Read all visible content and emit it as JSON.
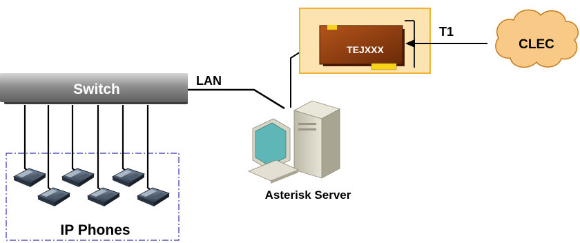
{
  "labels": {
    "switch": "Switch",
    "lan": "LAN",
    "t1": "T1",
    "clec": "CLEC",
    "card": "TEJXXX",
    "server": "Asterisk Server",
    "phones": "IP Phones"
  },
  "colors": {
    "switch_bar": "#8a8a8a",
    "card_panel": "#fde3b0",
    "card_panel_border": "#f2b238",
    "card_board": "#8b3a0e",
    "card_gold": "#f7d21a",
    "cloud_fill": "#f9c988",
    "cloud_stroke": "#c77a1a",
    "phones_group_border": "#3333aa",
    "server_screen": "#5fb6b6"
  },
  "icons": {
    "switch": "network-switch-icon",
    "server": "desktop-computer-icon",
    "phone": "ip-phone-icon",
    "card": "telephony-card-icon",
    "cloud": "cloud-icon"
  }
}
